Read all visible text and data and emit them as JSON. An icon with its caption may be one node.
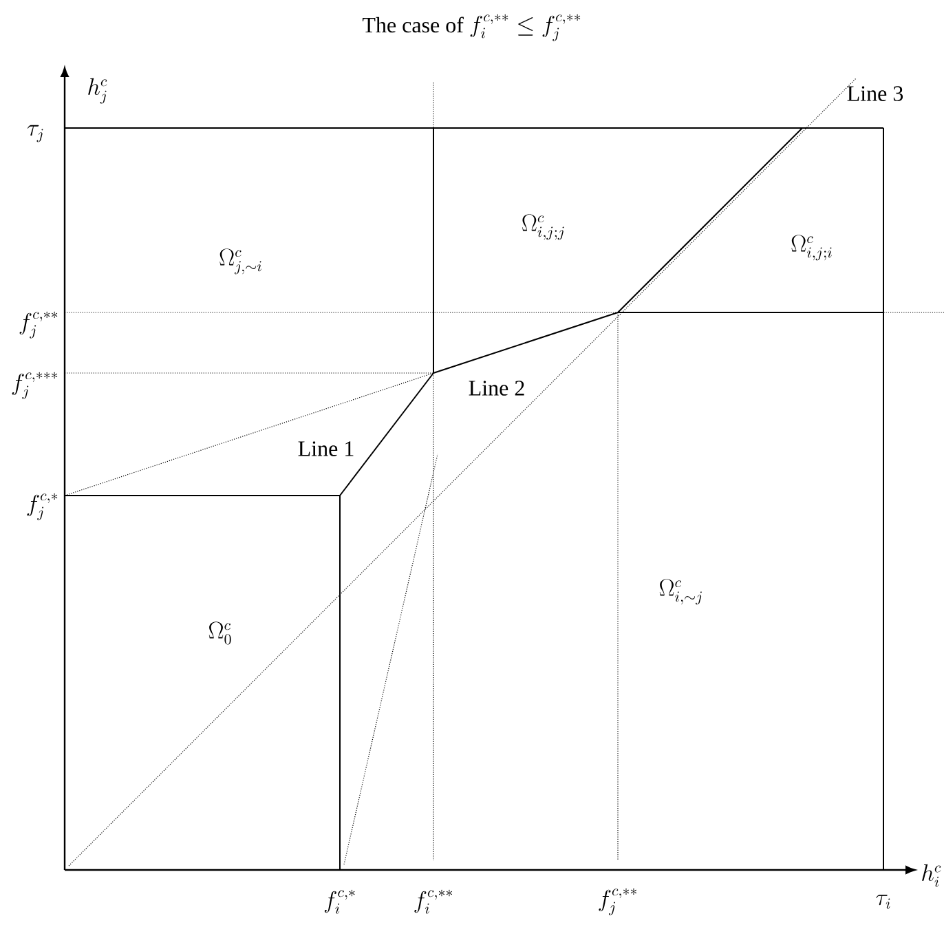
{
  "diagram": {
    "title": "\\text{The case of } f_i^{c,**} \\leq f_j^{c,**}",
    "labels": [
      "h_j^{c}",
      "\\text{Line 3}",
      "\\tau_j",
      "\\Omega^{c}_{i,j;j}",
      "\\Omega^{c}_{i,j;i}",
      "\\Omega^{c}_{j,\\sim i}",
      "f_j^{c,**}",
      "f_j^{c,***}",
      "\\text{Line 2}",
      "\\text{Line 1}",
      "f_j^{c,*}",
      "\\Omega^{c}_{i,\\sim j}",
      "\\Omega^{c}_{0}",
      "h_i^{c}",
      "f_i^{c,*}",
      "f_i^{c,**}",
      "f_j^{c,**}",
      "\\tau_i"
    ]
  }
}
